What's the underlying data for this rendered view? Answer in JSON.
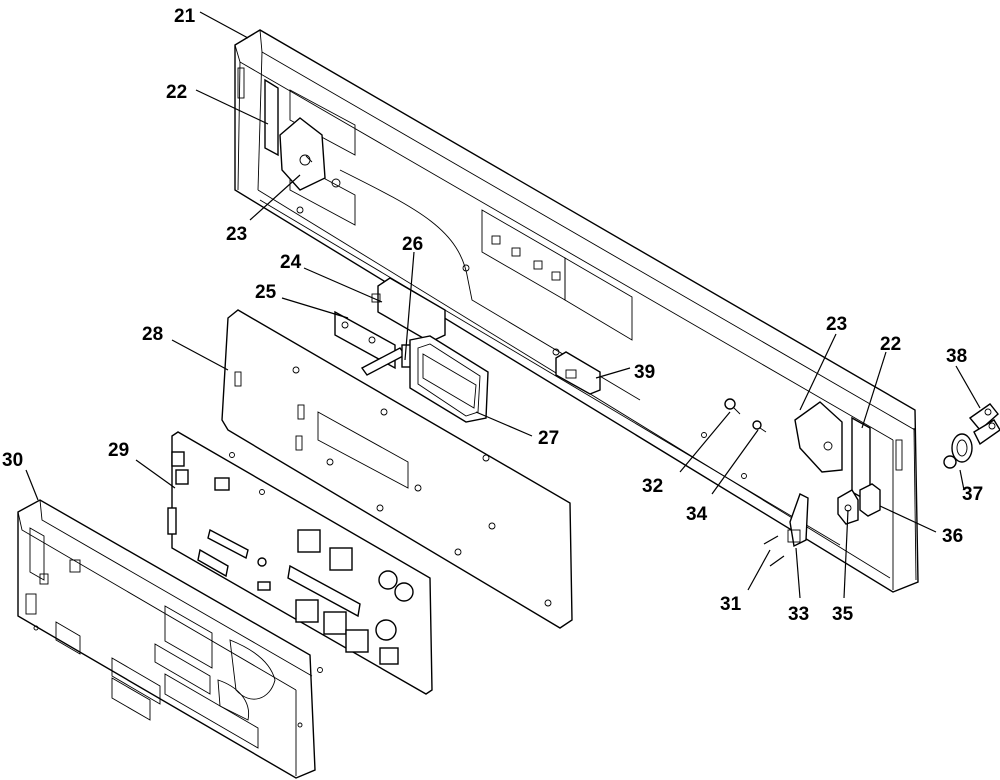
{
  "diagram": {
    "callouts": [
      {
        "id": "c21",
        "text": "21"
      },
      {
        "id": "c22a",
        "text": "22"
      },
      {
        "id": "c23a",
        "text": "23"
      },
      {
        "id": "c24",
        "text": "24"
      },
      {
        "id": "c25",
        "text": "25"
      },
      {
        "id": "c26",
        "text": "26"
      },
      {
        "id": "c27",
        "text": "27"
      },
      {
        "id": "c28",
        "text": "28"
      },
      {
        "id": "c29",
        "text": "29"
      },
      {
        "id": "c30",
        "text": "30"
      },
      {
        "id": "c23b",
        "text": "23"
      },
      {
        "id": "c22b",
        "text": "22"
      },
      {
        "id": "c38",
        "text": "38"
      },
      {
        "id": "c39",
        "text": "39"
      },
      {
        "id": "c32",
        "text": "32"
      },
      {
        "id": "c34",
        "text": "34"
      },
      {
        "id": "c37",
        "text": "37"
      },
      {
        "id": "c36",
        "text": "36"
      },
      {
        "id": "c31",
        "text": "31"
      },
      {
        "id": "c33",
        "text": "33"
      },
      {
        "id": "c35",
        "text": "35"
      }
    ]
  }
}
